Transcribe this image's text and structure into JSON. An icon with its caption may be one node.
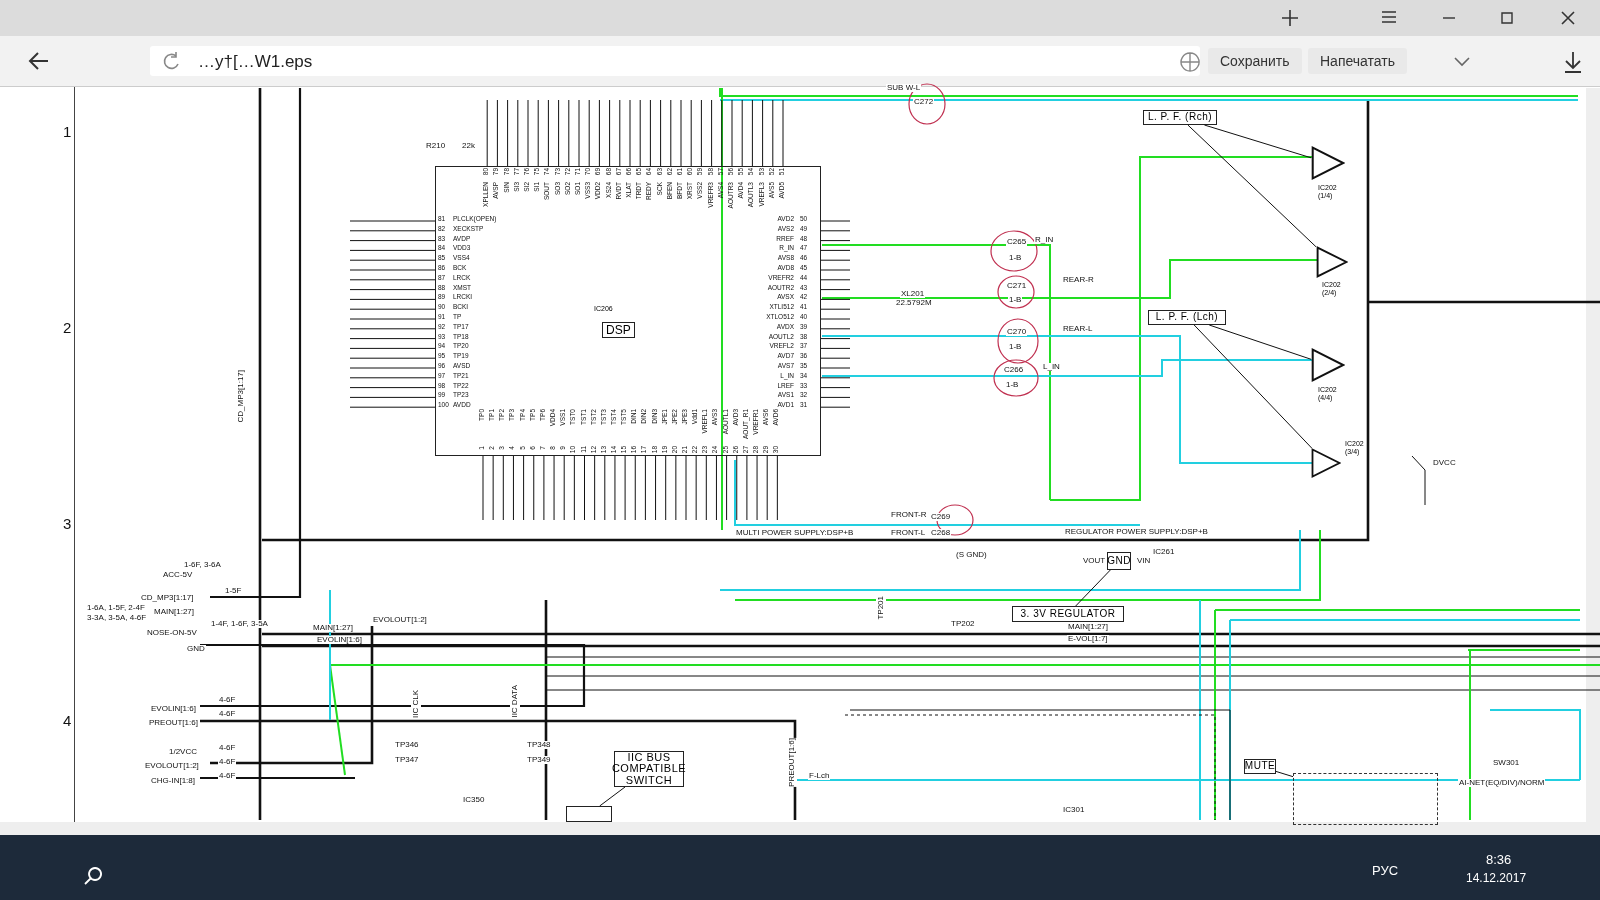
{
  "diagram": {
    "nodes": [
      {
        "text": [
          "IC206",
          "DSP"
        ]
      },
      {
        "text": [
          "L. P. F. (Rch)"
        ]
      },
      {
        "text": [],
        "shape": "triangle",
        "beside": [
          "IC202",
          "(1/4)"
        ]
      },
      {
        "text": [],
        "shape": "triangle",
        "beside": [
          "IC202",
          "(2/4)"
        ]
      },
      {
        "text": [
          "L. P. F. (Lch)"
        ]
      },
      {
        "text": [],
        "shape": "triangle",
        "beside": [
          "IC202",
          "(4/4)"
        ]
      },
      {
        "text": [],
        "shape": "triangle",
        "beside": [
          "IC202",
          "(3/4)"
        ]
      },
      {
        "text": [
          "3. 3V REGULATOR"
        ]
      },
      {
        "text": [
          "GND"
        ]
      },
      {
        "text": [
          "IIC BUS COMPATIBLE SWITCH"
        ]
      },
      {
        "text": [
          "MUTE"
        ]
      },
      {
        "text": [],
        "shape": "box"
      },
      {
        "text": [],
        "shape": "box"
      }
    ],
    "edges": [
      {
        "from": 1,
        "to": 2,
        "arrow": "none"
      },
      {
        "from": 1,
        "to": 3,
        "arrow": "none"
      },
      {
        "from": 4,
        "to": 5,
        "arrow": "none"
      },
      {
        "from": 4,
        "to": 6,
        "arrow": "none"
      },
      {
        "from": 7,
        "to": 8,
        "arrow": "none"
      },
      {
        "from": 9,
        "to": 12,
        "arrow": "none"
      },
      {
        "from": 10,
        "to": 11,
        "arrow": "none"
      }
    ],
    "labels": [
      "…y†[…W1.eps",
      "Сохранить",
      "Напечатать",
      "1",
      "TP0",
      "2",
      "TP1",
      "3",
      "TP2",
      "4",
      "TP3",
      "5",
      "TP4",
      "6",
      "TP5",
      "7",
      "TP6",
      "8",
      "VDD4",
      "9",
      "VSS1",
      "10",
      "TST0",
      "11",
      "TST1",
      "12",
      "TST2",
      "13",
      "TST3",
      "14",
      "TST4",
      "15",
      "TST5",
      "16",
      "DIN1",
      "17",
      "DIN2",
      "18",
      "DIN3",
      "19",
      "JPE1",
      "20",
      "JPE2",
      "21",
      "JPE3",
      "22",
      "Vdd1",
      "23",
      "VREFL1",
      "24",
      "AVS3",
      "25",
      "AOUTL1",
      "26",
      "AVD3",
      "27",
      "AOUT_R1",
      "28",
      "VREFR1",
      "29",
      "AVS6",
      "30",
      "AVD6",
      "31",
      "AVD1",
      "32",
      "AVS1",
      "33",
      "LREF",
      "34",
      "L_IN",
      "35",
      "AVS7",
      "36",
      "AVD7",
      "37",
      "VREFL2",
      "38",
      "AOUTL2",
      "39",
      "AVDX",
      "40",
      "XTLO512",
      "41",
      "XTLI512",
      "42",
      "AVSX",
      "43",
      "AOUTR2",
      "44",
      "VREFR2",
      "45",
      "AVD8",
      "46",
      "AVS8",
      "47",
      "R_IN",
      "48",
      "RREF",
      "49",
      "AVS2",
      "50",
      "AVD2",
      "51",
      "AVD5",
      "52",
      "AVS5",
      "53",
      "VREFL3",
      "54",
      "AOUTL3",
      "55",
      "AVD4",
      "56",
      "AOUTR3",
      "57",
      "AVS4",
      "58",
      "VREFR3",
      "59",
      "VSS2",
      "60",
      "XRST",
      "61",
      "BFDT",
      "62",
      "BFEN",
      "63",
      "SCK",
      "64",
      "REDY",
      "65",
      "TRDT",
      "66",
      "XLAT",
      "67",
      "RVDT",
      "68",
      "XS24",
      "69",
      "VDD2",
      "70",
      "VSS3",
      "71",
      "SO1",
      "72",
      "SO2",
      "73",
      "SO3",
      "74",
      "SOUT",
      "75",
      "SI1",
      "76",
      "SI2",
      "77",
      "SI3",
      "78",
      "SIN",
      "79",
      "AVSP",
      "80",
      "XPLLEN",
      "81",
      "PLCLK(OPEN)",
      "82",
      "XECKSTP",
      "83",
      "AVDP",
      "84",
      "VDD3",
      "85",
      "VSS4",
      "86",
      "BCK",
      "87",
      "LRCK",
      "88",
      "XMST",
      "89",
      "LRCKI",
      "90",
      "BCKI",
      "91",
      "TP",
      "92",
      "TP17",
      "93",
      "TP18",
      "94",
      "TP20",
      "95",
      "TP19",
      "96",
      "AVSD",
      "97",
      "TP21",
      "98",
      "TP22",
      "99",
      "TP23",
      "100",
      "AVDD",
      "1",
      "2",
      "3",
      "4",
      "SUB W-L",
      "C272",
      "R210",
      "22k",
      "R_IN",
      "C265",
      "1-B",
      "REAR-R",
      "C271",
      "1-B",
      "REAR-L",
      "C270",
      "1-B",
      "L_IN",
      "C266",
      "1-B",
      "XL201",
      "22.5792M",
      "FRONT-R",
      "C269",
      "MULTI POWER SUPPLY:DSP+B",
      "FRONT-L",
      "C268",
      "REGULATOR POWER SUPPLY:DSP+B",
      "IC261",
      "(S GND)",
      "VOUT",
      "VIN",
      "CD_MP3[1:17]",
      "1-6F, 3-6A",
      "ACC-5V",
      "CD_MP3[1:17]",
      "1-5F",
      "1-6A, 1-5F, 2-4F",
      "3-3A, 3-5A, 4-6F",
      "MAIN[1:27]",
      "1-4F, 1-6F, 3-5A",
      "NOSE-ON-5V",
      "GND",
      "EVOLOUT[1:2]",
      "MAIN[1:27]",
      "EVOLIN[1:6]",
      "TP201",
      "TP202",
      "MAIN[1:27]",
      "E-VOL[1:7]",
      "DVCC",
      "EVOLIN[1:6]",
      "4-6F",
      "PREOUT[1:6]",
      "4-6F",
      "IIC CLK",
      "IIC DATA",
      "1/2VCC",
      "4-6F",
      "TP346",
      "TP348",
      "EVOLOUT[1:2]",
      "4-6F",
      "TP347",
      "TP349",
      "CHG-IN[1:8]",
      "4-6F",
      "PREOUT[1:6]",
      "F-Lch",
      "IC350",
      "IC301",
      "SW301",
      "AI-NET(EQ/DIV)/NORM",
      "РУС",
      "8:36",
      "14.12.2017"
    ]
  }
}
